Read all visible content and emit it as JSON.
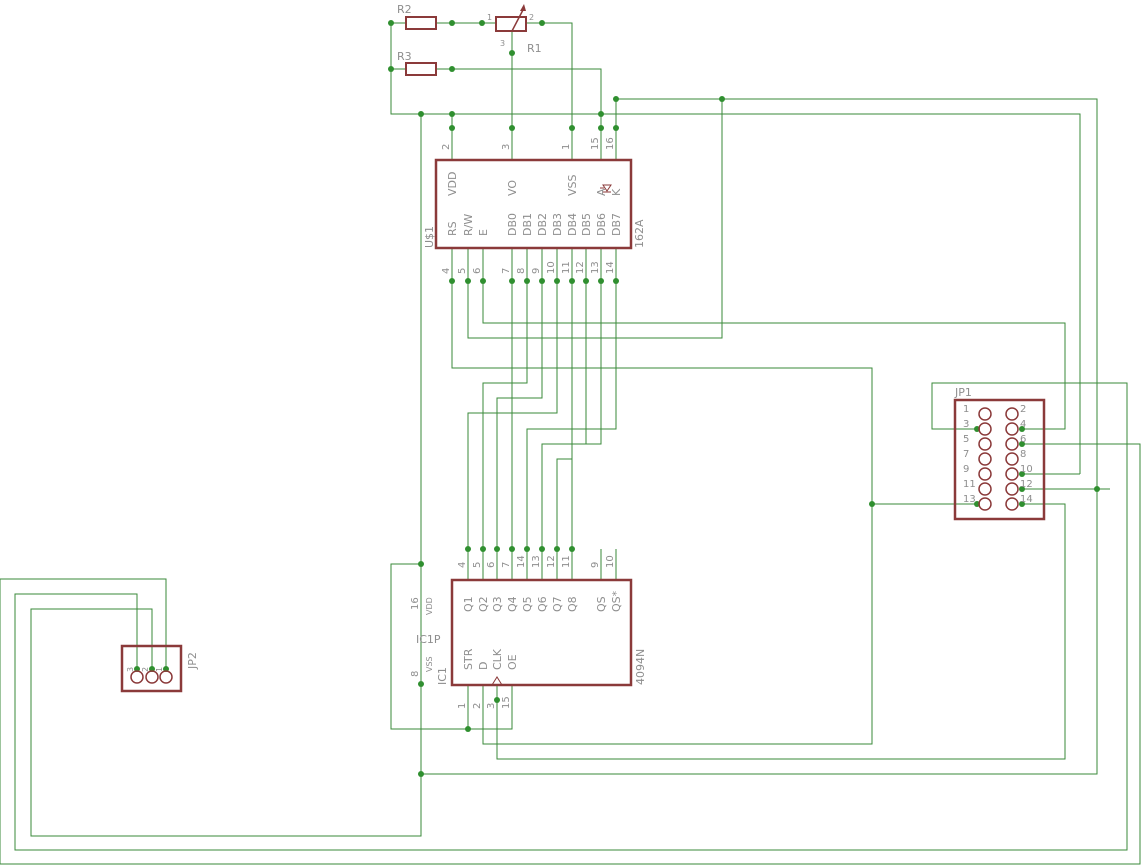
{
  "colors": {
    "wire": "#3a8a3a",
    "part": "#8b3a3a",
    "text": "#8e8e8e",
    "junction": "#2f8f2f"
  },
  "resistors": {
    "r2": "R2",
    "r3": "R3",
    "r1": "R1",
    "r1_pin1": "1",
    "r1_pin2": "2",
    "r1_pin3": "3"
  },
  "lcd": {
    "name": "U$1",
    "value": "162A",
    "top_pins": [
      "2",
      "3",
      "1",
      "15",
      "16"
    ],
    "top_labels": [
      "VDD",
      "VO",
      "VSS",
      "A",
      "K"
    ],
    "bottom_pins": [
      "4",
      "5",
      "6",
      "7",
      "8",
      "9",
      "10",
      "11",
      "12",
      "13",
      "14"
    ],
    "bottom_labels": [
      "RS",
      "R/W",
      "E",
      "DB0",
      "DB1",
      "DB2",
      "DB3",
      "DB4",
      "DB5",
      "DB6",
      "DB7"
    ]
  },
  "shift_register": {
    "name": "IC1",
    "value": "4094N",
    "power_name": "IC1P",
    "top_pins": [
      "4",
      "5",
      "6",
      "7",
      "14",
      "13",
      "12",
      "11",
      "9",
      "10"
    ],
    "top_labels": [
      "Q1",
      "Q2",
      "Q3",
      "Q4",
      "Q5",
      "Q6",
      "Q7",
      "Q8",
      "QS",
      "QS*"
    ],
    "bottom_pins": [
      "1",
      "2",
      "3",
      "15"
    ],
    "bottom_labels": [
      "STR",
      "D",
      "CLK",
      "OE"
    ],
    "vdd_pin": "16",
    "vdd_label": "VDD",
    "vss_pin": "8",
    "vss_label": "VSS"
  },
  "jp1": {
    "name": "JP1",
    "left_pins": [
      "1",
      "3",
      "5",
      "7",
      "9",
      "11",
      "13"
    ],
    "right_pins": [
      "2",
      "4",
      "6",
      "8",
      "10",
      "12",
      "14"
    ]
  },
  "jp2": {
    "name": "JP2",
    "pins": [
      "3",
      "2",
      "1"
    ]
  }
}
